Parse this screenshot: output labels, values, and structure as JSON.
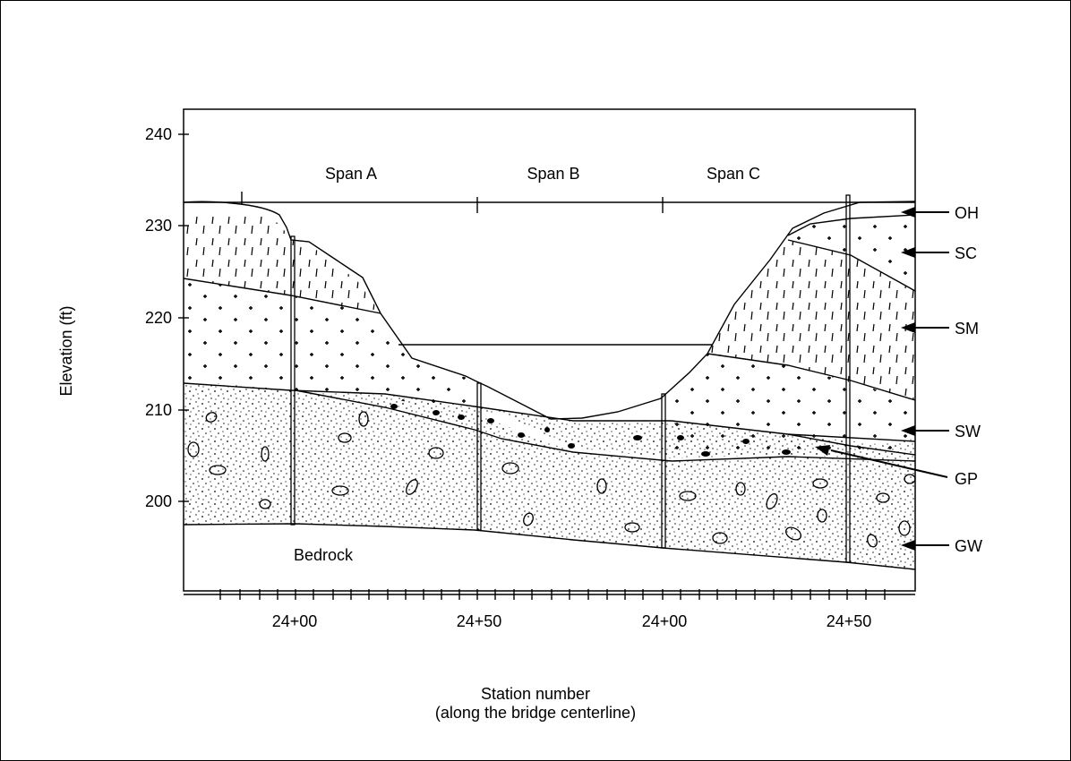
{
  "figure": {
    "y_axis_label": "Elevation (ft)",
    "y_ticks": [
      "240",
      "230",
      "220",
      "210",
      "200"
    ],
    "x_axis_label_line1": "Station number",
    "x_axis_label_line2": "(along the bridge centerline)",
    "x_ticks": [
      "24+00",
      "24+50",
      "24+00",
      "24+50"
    ],
    "span_labels": [
      "Span A",
      "Span B",
      "Span C"
    ],
    "bedrock_label": "Bedrock",
    "soil_legend": [
      "OH",
      "SC",
      "SM",
      "SW",
      "GP",
      "GW"
    ]
  },
  "colors": {
    "line": "#000000",
    "background": "#ffffff"
  }
}
